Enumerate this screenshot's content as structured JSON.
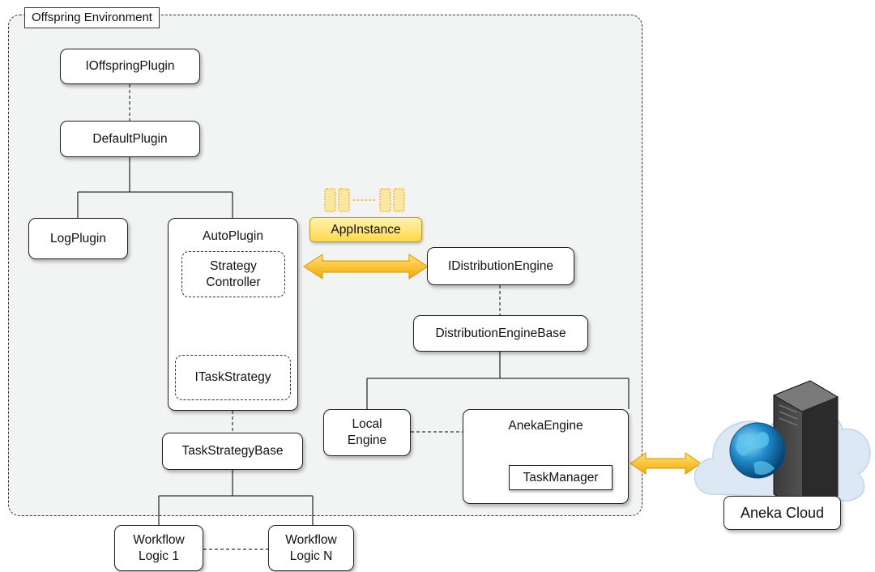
{
  "environment": {
    "label": "Offspring Environment"
  },
  "nodes": {
    "ioffspring_plugin": "IOffspringPlugin",
    "default_plugin": "DefaultPlugin",
    "log_plugin": "LogPlugin",
    "auto_plugin": "AutoPlugin",
    "strategy_controller": "Strategy Controller",
    "itask_strategy": "ITaskStrategy",
    "task_strategy_base": "TaskStrategyBase",
    "workflow_logic_1": "Workflow Logic 1",
    "workflow_logic_n": "Workflow Logic N",
    "app_instance": "AppInstance",
    "idistribution_engine": "IDistributionEngine",
    "distribution_engine_base": "DistributionEngineBase",
    "local_engine": "Local Engine",
    "aneka_engine": "AnekaEngine",
    "task_manager": "TaskManager",
    "aneka_cloud": "Aneka Cloud"
  },
  "icons": {
    "doc_stack": "document-stack-icon",
    "gears": "gears-icon",
    "server": "server-icon",
    "globe": "globe-icon",
    "cloud": "cloud-icon"
  },
  "colors": {
    "arrow_light": "#ffe27a",
    "arrow_dark": "#f2a900",
    "doc_fill": "#fde7a0",
    "doc_stroke": "#e0a400",
    "env_fill": "#f2f3f3"
  }
}
